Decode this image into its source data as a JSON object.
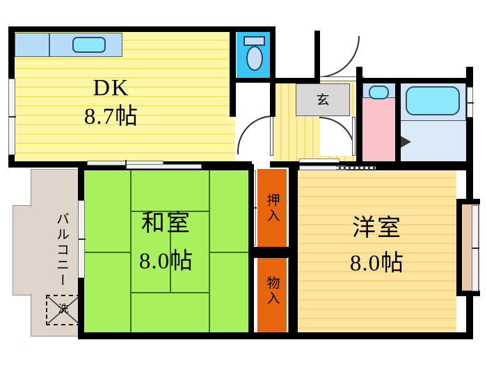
{
  "plan": {
    "type": "japanese-apartment-floor-plan",
    "layout_code": "2DK",
    "unit_label": "帖",
    "rooms": [
      {
        "id": "dk",
        "name": "DK",
        "area": "8.7帖",
        "floor": "flooring",
        "color": "#fdf7a8"
      },
      {
        "id": "washitsu",
        "name": "和室",
        "area": "8.0帖",
        "floor": "tatami",
        "color": "#a8f05c"
      },
      {
        "id": "yoshitsu",
        "name": "洋室",
        "area": "8.0帖",
        "floor": "flooring",
        "color": "#fde5a0"
      }
    ],
    "spaces": [
      {
        "id": "oshiire",
        "name": "押入",
        "color": "#e8650d"
      },
      {
        "id": "monoire",
        "name": "物入",
        "color": "#e8650d"
      },
      {
        "id": "balcony",
        "name": "バルコニー",
        "color": "#dfd5cb"
      },
      {
        "id": "genkan",
        "name": "玄",
        "color": "#d8d8d8"
      },
      {
        "id": "washer",
        "name": "洗",
        "color": "#dfd5cb"
      }
    ],
    "fixtures": [
      {
        "id": "kitchen-sink",
        "color": "#b8dcf7"
      },
      {
        "id": "toilet",
        "color": "#39c6f5"
      },
      {
        "id": "washbasin",
        "color": "#fac3c9"
      },
      {
        "id": "bathtub",
        "color": "#dceaf8"
      }
    ]
  },
  "labels": {
    "dk_name": "DK",
    "dk_area": "8.7帖",
    "washitsu_name": "和室",
    "washitsu_area": "8.0帖",
    "yoshitsu_name": "洋室",
    "yoshitsu_area": "8.0帖",
    "oshiire": "押入",
    "monoire": "物入",
    "balcony": "バルコニー",
    "genkan": "玄",
    "washer": "洗"
  },
  "colors": {
    "wall": "#000000",
    "dk_floor": "#fdf7a8",
    "tatami": "#a8f05c",
    "yoshitsu_floor": "#fde5a0",
    "closet": "#e8650d",
    "balcony": "#dfd5cb",
    "toilet": "#39c6f5",
    "washroom": "#fac3c9",
    "bath": "#dceaf8",
    "genkan": "#d8d8d8",
    "veranda": "#e8c9ae"
  }
}
